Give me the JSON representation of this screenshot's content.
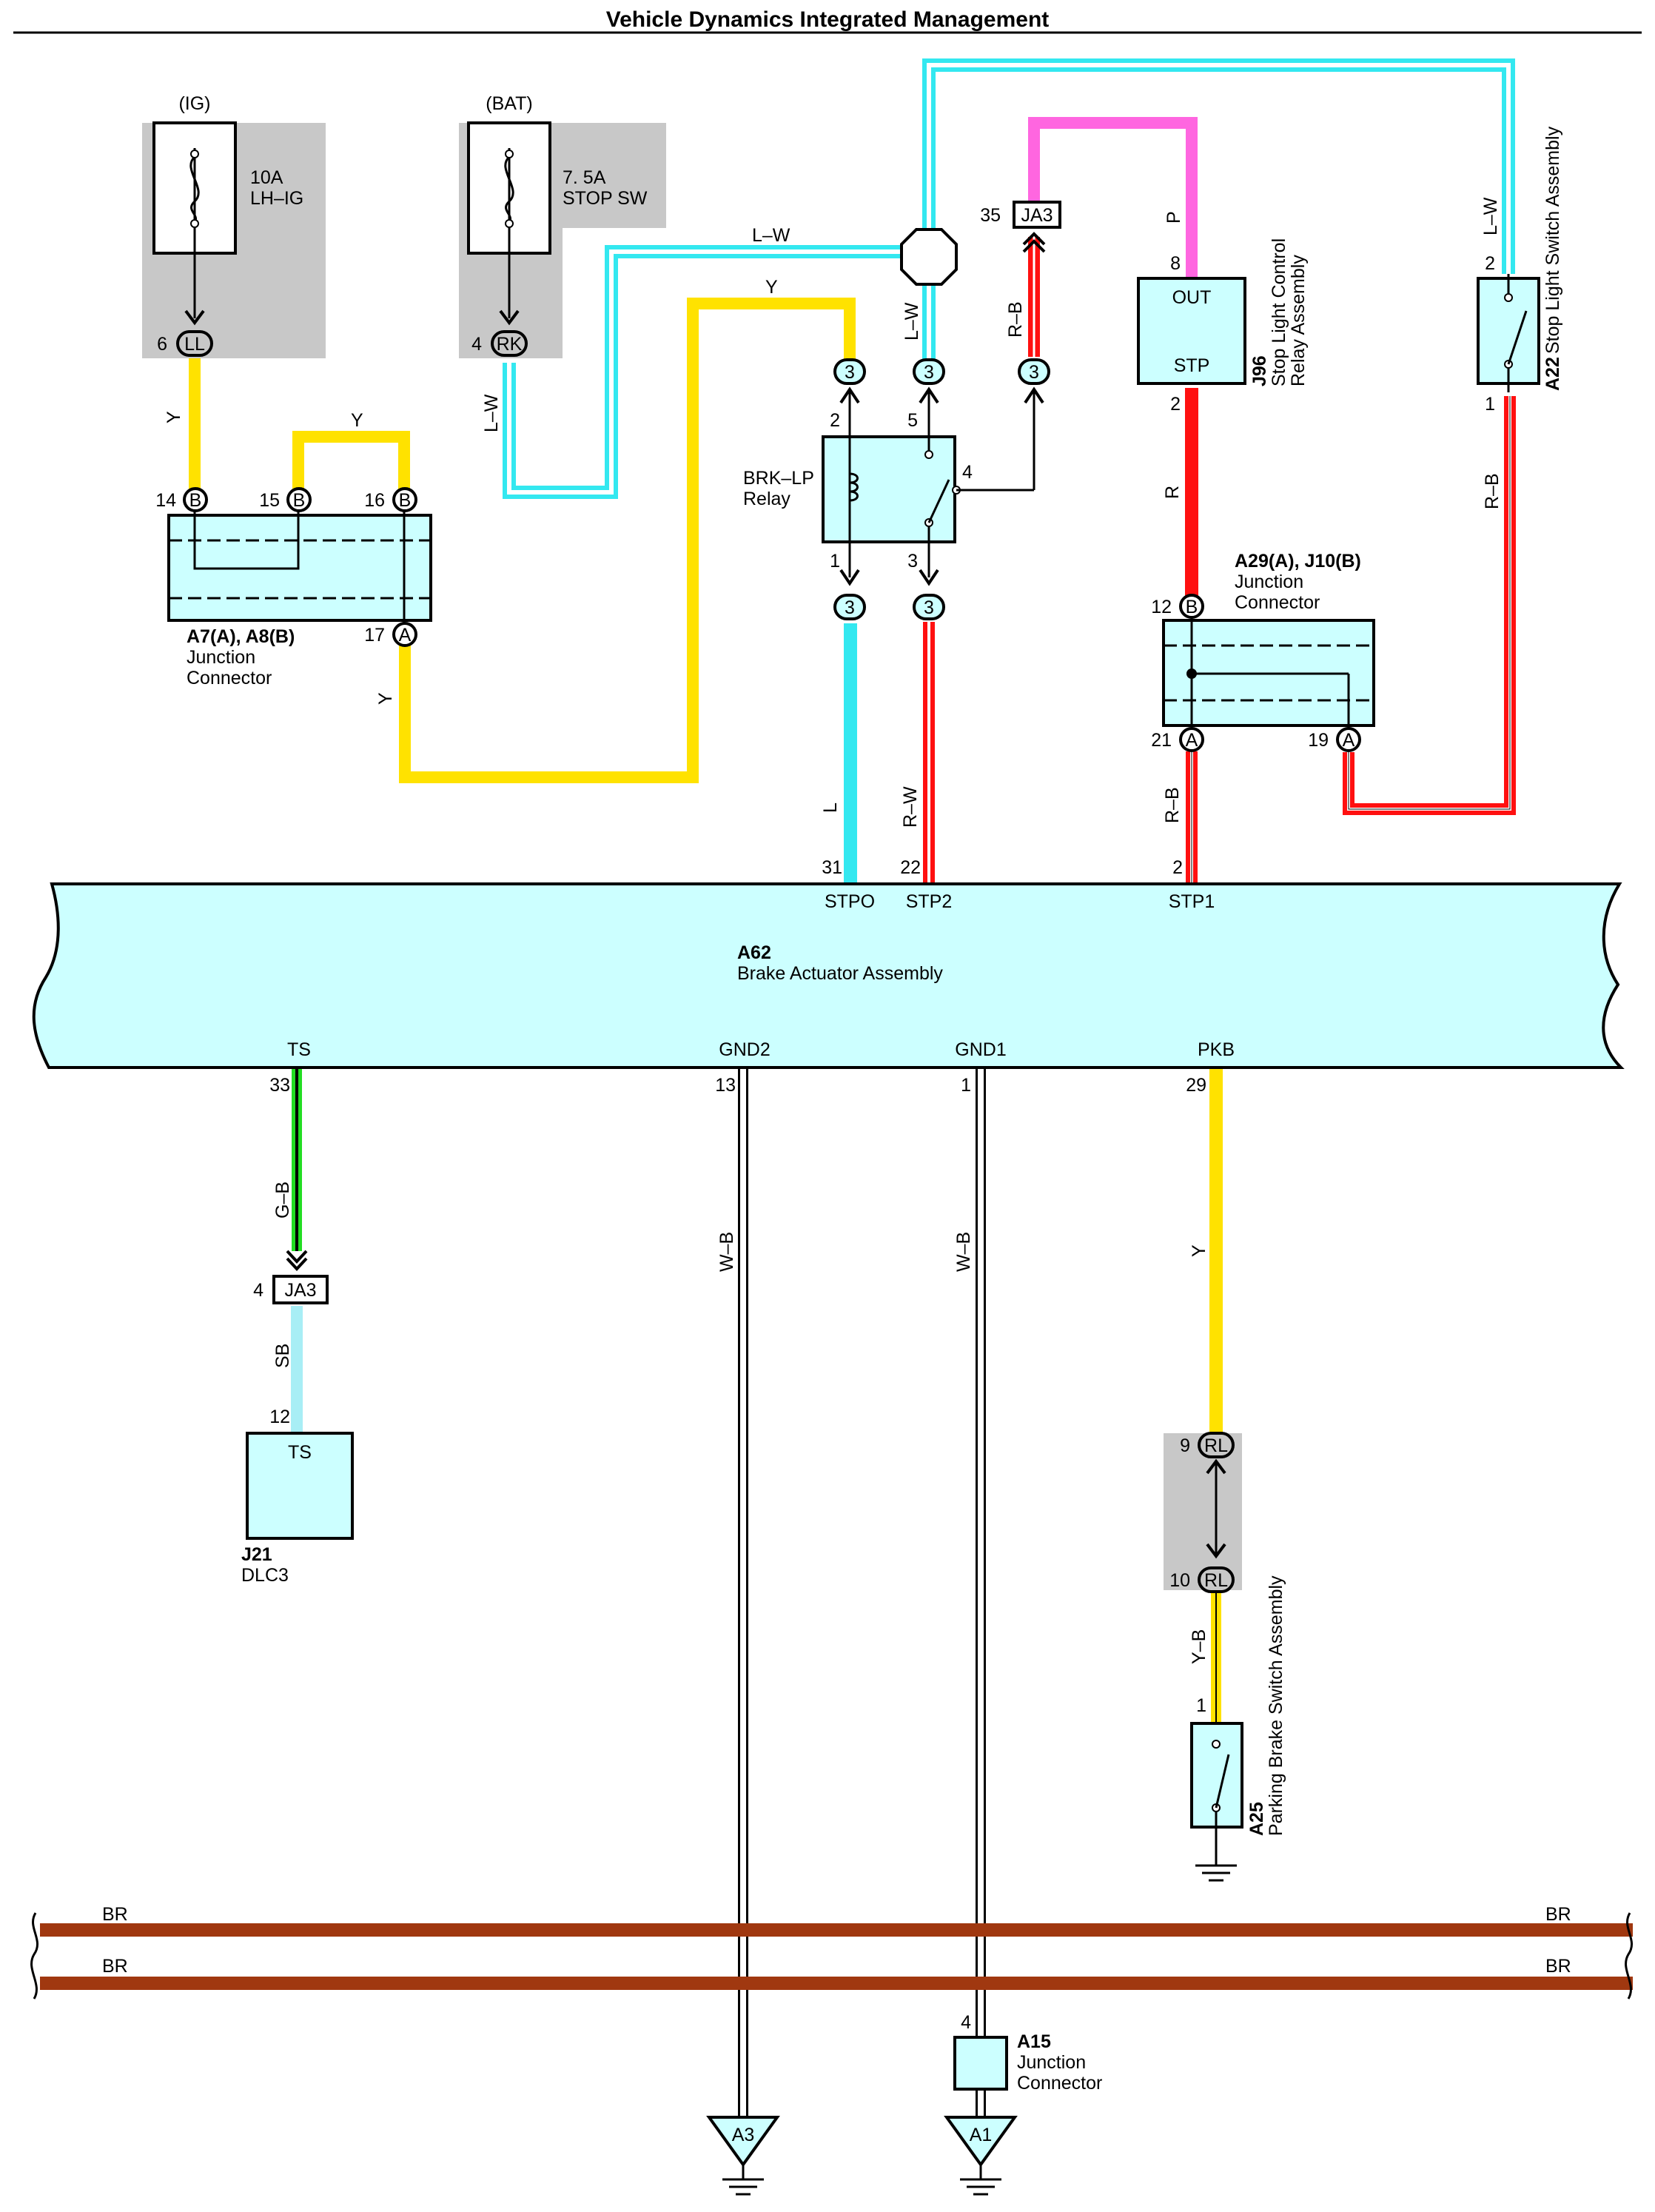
{
  "title": "Vehicle Dynamics Integrated Management",
  "colors": {
    "yellow": "#ffe200",
    "light_blue": "#33e8f0",
    "light_blue_outline": "#00d8e8",
    "sky_blue": "#a8eef5",
    "red": "#ff1010",
    "pink": "#ff66e0",
    "green": "#22dd22",
    "brown": "#a03810",
    "component_fill": "#ccffff",
    "splice_fill": "#c8c8c8"
  },
  "fuses": {
    "ig": {
      "source": "(IG)",
      "rating": "10A",
      "name": "LH–IG",
      "connector": "LL",
      "pin": "6"
    },
    "bat": {
      "source": "(BAT)",
      "rating": "7. 5A",
      "name": "STOP SW",
      "connector": "RK",
      "pin": "4"
    }
  },
  "junction_a7": {
    "id": "A7(A), A8(B)",
    "name_line1": "Junction",
    "name_line2": "Connector",
    "pins": [
      {
        "num": "14",
        "code": "B"
      },
      {
        "num": "15",
        "code": "B"
      },
      {
        "num": "16",
        "code": "B"
      },
      {
        "num": "17",
        "code": "A"
      }
    ]
  },
  "relay": {
    "name_line1": "BRK–LP",
    "name_line2": "Relay",
    "connector_code": "3",
    "pins": [
      "2",
      "5",
      "4",
      "1",
      "3"
    ]
  },
  "ja3_top": {
    "label": "JA3",
    "pin": "35"
  },
  "j96": {
    "id": "J96",
    "name_line1": "Stop Light Control",
    "name_line2": "Relay Assembly",
    "out": "OUT",
    "stp": "STP",
    "pin_out": "8",
    "pin_stp": "2"
  },
  "a22": {
    "id": "A22",
    "name": "Stop Light Switch Assembly",
    "pin_top": "2",
    "pin_bottom": "1"
  },
  "junction_a29": {
    "id": "A29(A), J10(B)",
    "name_line1": "Junction",
    "name_line2": "Connector",
    "pins": [
      {
        "num": "12",
        "code": "B"
      },
      {
        "num": "21",
        "code": "A"
      },
      {
        "num": "19",
        "code": "A"
      }
    ]
  },
  "a62": {
    "id": "A62",
    "name": "Brake Actuator Assembly",
    "top_terminals": [
      {
        "name": "STPO",
        "pin": "31"
      },
      {
        "name": "STP2",
        "pin": "22"
      },
      {
        "name": "STP1",
        "pin": "2"
      }
    ],
    "bottom_terminals": [
      {
        "name": "TS",
        "pin": "33"
      },
      {
        "name": "GND2",
        "pin": "13"
      },
      {
        "name": "GND1",
        "pin": "1"
      },
      {
        "name": "PKB",
        "pin": "29"
      }
    ]
  },
  "ja3_bottom": {
    "label": "JA3",
    "pin": "4"
  },
  "j21": {
    "id": "J21",
    "name": "DLC3",
    "terminal": "TS",
    "pin": "12"
  },
  "rl": {
    "code": "RL",
    "pin_top": "9",
    "pin_bottom": "10"
  },
  "a25": {
    "id": "A25",
    "name": "Parking Brake Switch Assembly",
    "pin": "1"
  },
  "a15": {
    "id": "A15",
    "name_line1": "Junction",
    "name_line2": "Connector",
    "pin": "4"
  },
  "grounds": [
    {
      "label": "A3"
    },
    {
      "label": "A1"
    }
  ],
  "wire_labels": {
    "y_ig": "Y",
    "y_loop": "Y",
    "y_17": "Y",
    "y_relay": "Y",
    "lw_bat": "L–W",
    "lw_top": "L–W",
    "lw_splice": "L–W",
    "lw_a22": "L–W",
    "rb_ja3": "R–B",
    "p_j96": "P",
    "r_j96": "R",
    "rb_a22": "R–B",
    "l_stpo": "L",
    "rw_stp2": "R–W",
    "rb_stp1": "R–B",
    "gb_ts": "G–B",
    "sb_dlc": "SB",
    "wb_gnd2": "W–B",
    "wb_gnd1": "W–B",
    "y_pkb": "Y",
    "yb_a25": "Y–B",
    "br_left_1": "BR",
    "br_right_1": "BR",
    "br_left_2": "BR",
    "br_right_2": "BR"
  }
}
